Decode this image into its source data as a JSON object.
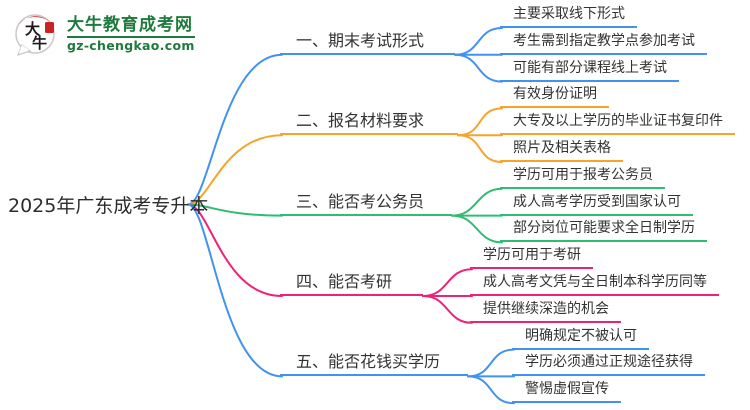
{
  "logo": {
    "icon_label": "大牛",
    "site_name": "大牛教育成考网",
    "site_domain": "gz-chengkao.com",
    "brand_color": "#1f7a3d",
    "accent_red": "#cc2222"
  },
  "mindmap": {
    "root": "2025年广东成考专升本",
    "branches": [
      {
        "label": "一、期末考试形式",
        "color": "#4292f0",
        "children": [
          "主要采取线下形式",
          "考生需到指定教学点参加考试",
          "可能有部分课程线上考试"
        ]
      },
      {
        "label": "二、报名材料要求",
        "color": "#f7a42c",
        "children": [
          "有效身份证明",
          "大专及以上学历的毕业证书复印件",
          "照片及相关表格"
        ]
      },
      {
        "label": "三、能否考公务员",
        "color": "#2ebd72",
        "children": [
          "学历可用于报考公务员",
          "成人高考学历受到国家认可",
          "部分岗位可能要求全日制学历"
        ]
      },
      {
        "label": "四、能否考研",
        "color": "#ee2277",
        "children": [
          "学历可用于考研",
          "成人高考文凭与全日制本科学历同等",
          "提供继续深造的机会"
        ]
      },
      {
        "label": "五、能否花钱买学历",
        "color": "#4292f0",
        "children": [
          "明确规定不被认可",
          "学历必须通过正规途径获得",
          "警惕虚假宣传"
        ]
      }
    ]
  }
}
